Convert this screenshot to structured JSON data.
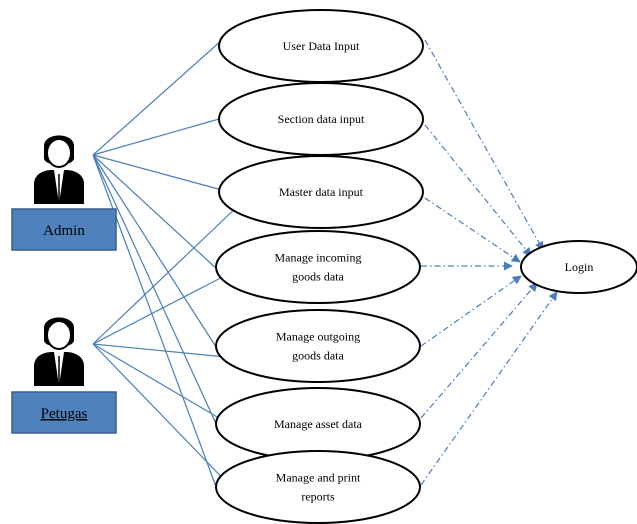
{
  "actors": [
    {
      "id": "admin",
      "label": "Admin"
    },
    {
      "id": "petugas",
      "label": "Petugas"
    }
  ],
  "use_cases": [
    {
      "id": "user-data-input",
      "lines": [
        "User Data Input"
      ]
    },
    {
      "id": "section-data-input",
      "lines": [
        "Section data input"
      ]
    },
    {
      "id": "master-data-input",
      "lines": [
        "Master data input"
      ]
    },
    {
      "id": "manage-incoming-goods-data",
      "lines": [
        "Manage incoming",
        "goods data"
      ]
    },
    {
      "id": "manage-outgoing-goods-data",
      "lines": [
        "Manage outgoing",
        "goods data"
      ]
    },
    {
      "id": "manage-asset-data",
      "lines": [
        "Manage asset data"
      ]
    },
    {
      "id": "manage-and-print-reports",
      "lines": [
        "Manage and print",
        "reports"
      ]
    }
  ],
  "login": {
    "label": "Login"
  },
  "colors": {
    "line": "#4a7ebb",
    "actor_box_fill": "#4f81bd",
    "actor_box_border": "#385d8a",
    "outline": "#000000"
  }
}
